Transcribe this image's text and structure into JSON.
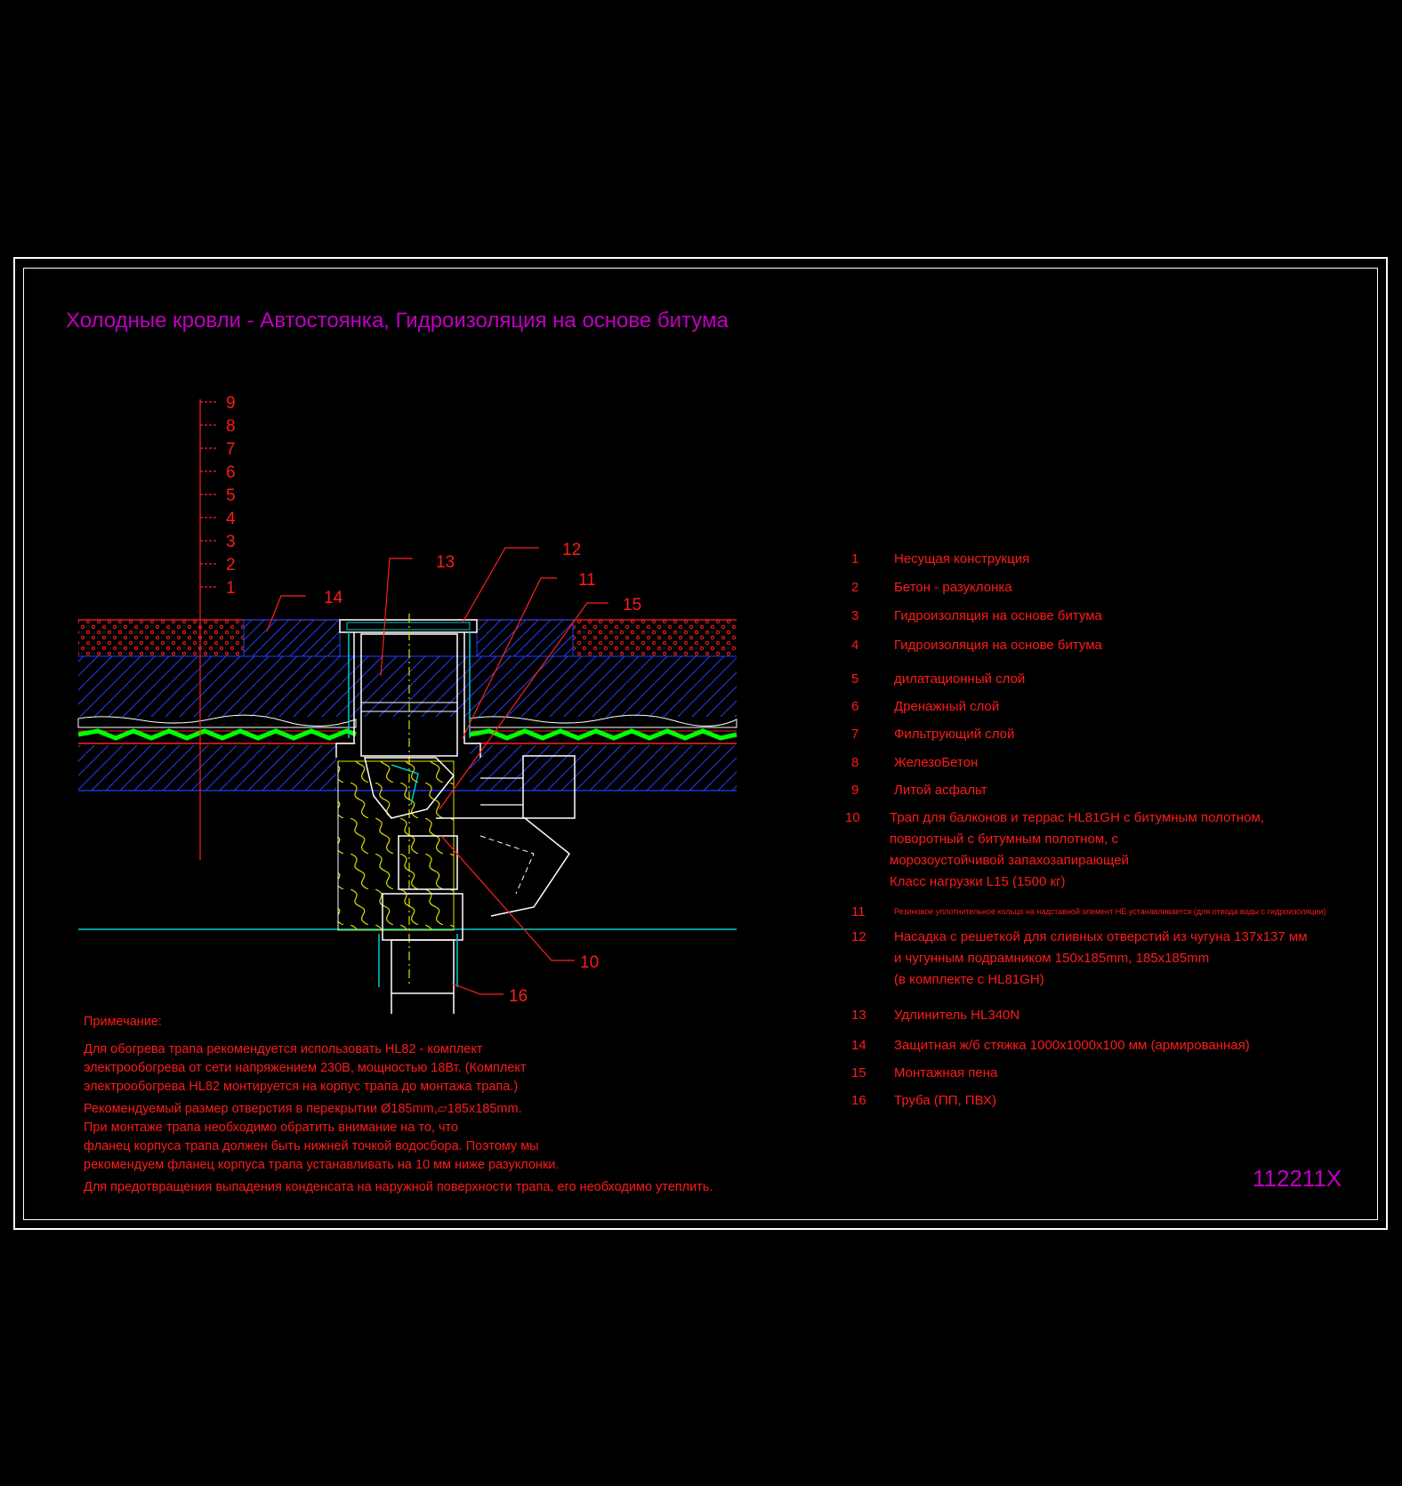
{
  "title": "Холодные кровли - Автостоянка, Гидроизоляция на основе битума",
  "drawing_code": "112211X",
  "layer_numbers": [
    "9",
    "8",
    "7",
    "6",
    "5",
    "4",
    "3",
    "2",
    "1"
  ],
  "callouts": {
    "c12": "12",
    "c11": "11",
    "c13": "13",
    "c15": "15",
    "c14": "14",
    "c10": "10",
    "c16": "16"
  },
  "legend": [
    {
      "num": "1",
      "lines": [
        "Несущая конструкция"
      ]
    },
    {
      "num": "2",
      "lines": [
        "Бетон - разуклонка"
      ]
    },
    {
      "num": "3",
      "lines": [
        "Гидроизоляция на основе битума"
      ]
    },
    {
      "num": "4",
      "lines": [
        "Гидроизоляция на основе битума"
      ]
    },
    {
      "num": "5",
      "lines": [
        "дилатационный слой"
      ]
    },
    {
      "num": "6",
      "lines": [
        "Дренажный слой"
      ]
    },
    {
      "num": "7",
      "lines": [
        "Фильтрующий слой"
      ]
    },
    {
      "num": "8",
      "lines": [
        "ЖелезоБетон"
      ]
    },
    {
      "num": "9",
      "lines": [
        "Литой асфальт"
      ]
    },
    {
      "num": "10",
      "lines": [
        "Трап для балконов и террас HL81GH с битумным полотном,",
        "поворотный  с битумным полотном, с",
        "морозоустойчивой запахозапирающей",
        "Класс нагрузки L15 (1500 кг)"
      ]
    },
    {
      "num": "11",
      "lines": [
        "Резиновое уплотнительное кольцо на надставной элемент НЕ устанавливается (для отвода воды с гидроизоляции)"
      ]
    },
    {
      "num": "12",
      "lines": [
        "Насадка с решеткой для сливных отверстий из чугуна 137x137 мм",
        "и чугунным подрамником 150x185mm,   185x185mm",
        "(в комплекте с HL81GH)"
      ]
    },
    {
      "num": "13",
      "lines": [
        "Удлинитель HL340N"
      ]
    },
    {
      "num": "14",
      "lines": [
        "Защитная ж/б стяжка 1000x1000x100 мм (армированная)"
      ]
    },
    {
      "num": "15",
      "lines": [
        "Монтажная пена"
      ]
    },
    {
      "num": "16",
      "lines": [
        "Труба (ПП, ПВХ)"
      ]
    }
  ],
  "notes": {
    "heading": "Примечание:",
    "p1": [
      "Для обогрева трапа рекомендуется использовать HL82 - комплект",
      "электрообогрева от сети напряжением 230В, мощностью 18Вт. (Комплект",
      "электрообогрева HL82 монтируется на корпус трапа до монтажа трапа.)"
    ],
    "p2": [
      "Рекомендуемый размер отверстия в перекрытии Ø185mm,▱185x185mm.",
      "При монтаже трапа необходимо обратить внимание на то, что",
      "фланец корпуса трапа должен быть нижней точкой водосбора. Поэтому мы",
      "рекомендуем фланец корпуса трапа устанавливать на 10 мм ниже разуклонки."
    ],
    "p3": [
      "Для предотвращения выпадения конденсата на наружной поверхности трапа, его необходимо утеплить."
    ]
  },
  "colors": {
    "text_red": "#ff1a1a",
    "title_magenta": "#c000c0",
    "hatch_blue": "#2040ff",
    "drain_green": "#00ff00",
    "insulation_yellow": "#e0e000",
    "fitting_cyan": "#00cccc"
  }
}
